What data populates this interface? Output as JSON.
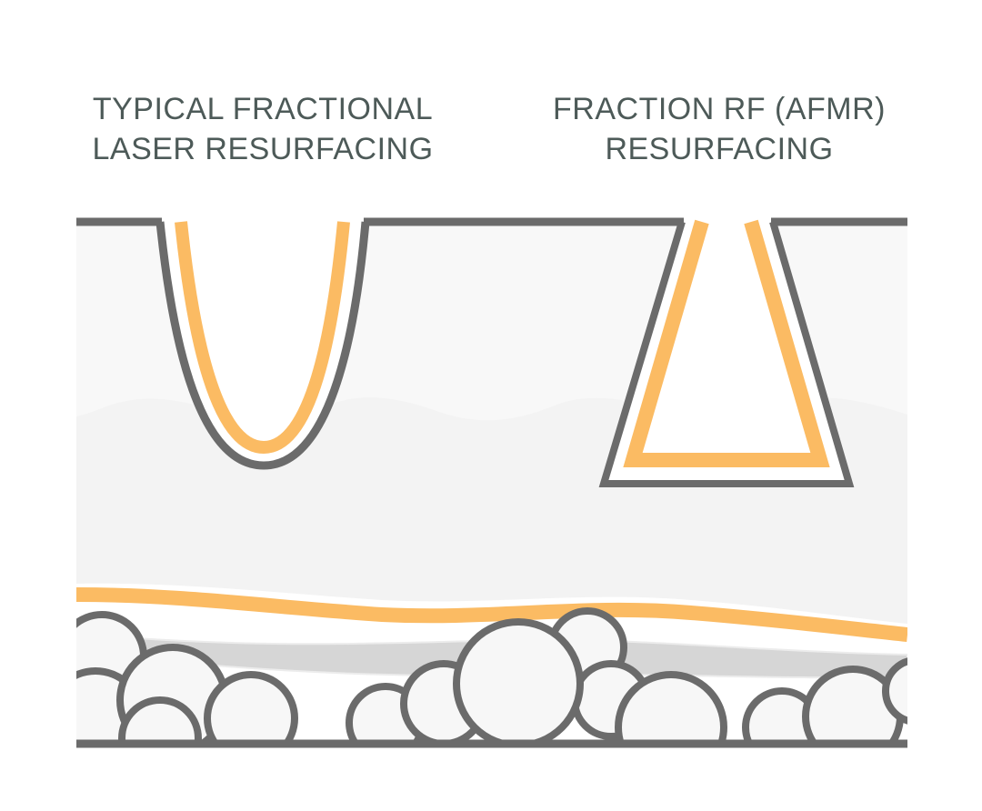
{
  "titles": {
    "left": {
      "line1": "TYPICAL FRACTIONAL",
      "line2": "LASER RESURFACING"
    },
    "right": {
      "line1": "FRACTION RF (AFMR)",
      "line2": "RESURFACING"
    }
  },
  "colors": {
    "outline": "#6b6b6b",
    "accent": "#fbbb63",
    "skin": "#f3f3f3",
    "skin_light": "#f8f8f8",
    "band": "#d6d6d6",
    "cell_fill": "#f7f7f7",
    "title": "#4d5a58"
  },
  "icons": {
    "left_wound": "u-shaped-channel",
    "right_wound": "trapezoid-channel",
    "bottom_layer": "fat-cells"
  }
}
